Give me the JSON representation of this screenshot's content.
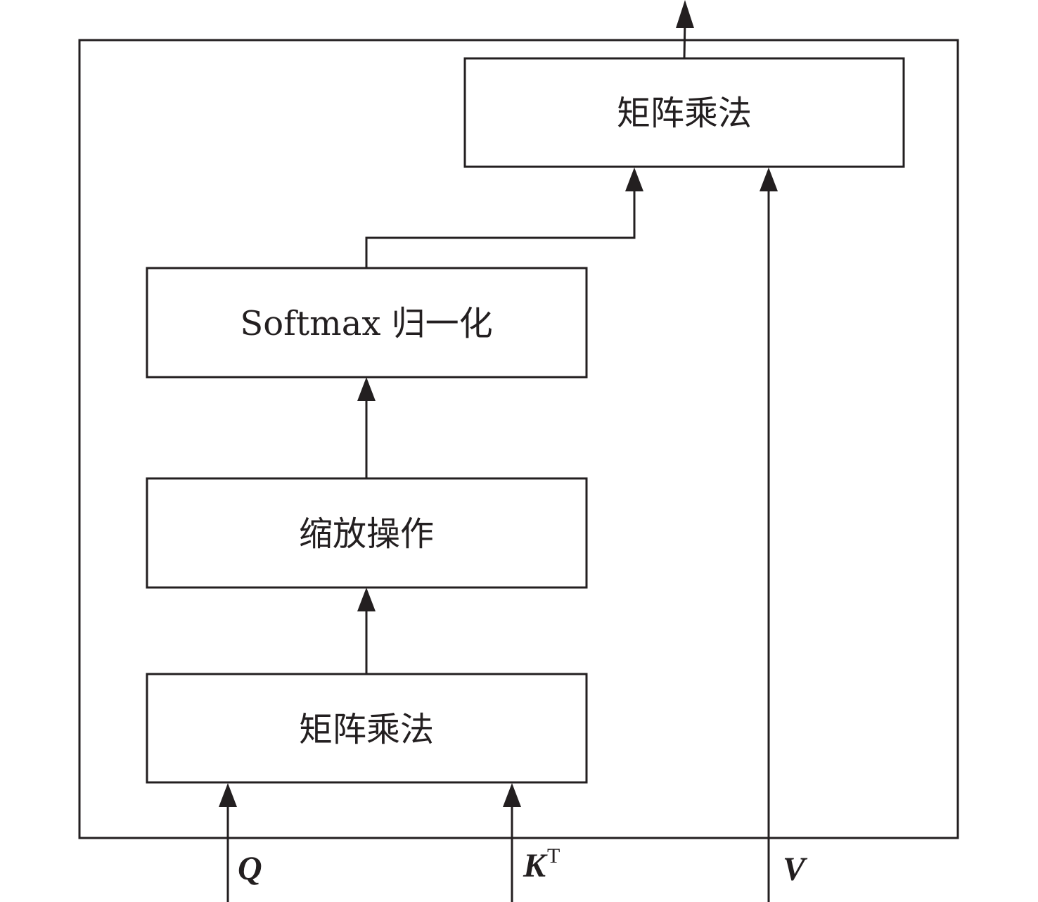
{
  "diagram": {
    "blocks": {
      "matmul_top": "矩阵乘法",
      "softmax": "Softmax 归一化",
      "scale": "缩放操作",
      "matmul_bottom": "矩阵乘法"
    },
    "inputs": {
      "q": "Q",
      "k": "K",
      "k_superscript": "T",
      "v": "V"
    }
  }
}
